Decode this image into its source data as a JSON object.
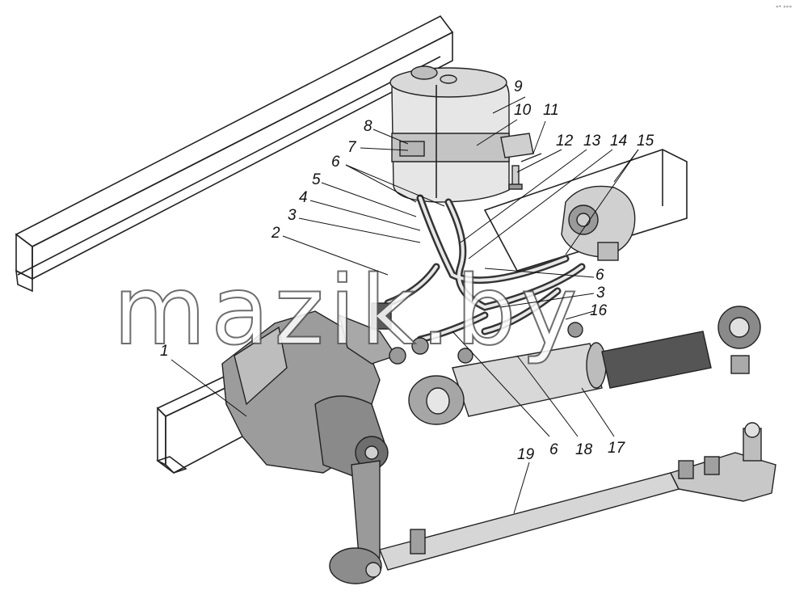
{
  "watermark": "mazik.by",
  "corner_mark": "«• »»»",
  "callouts": [
    {
      "id": "c1",
      "label": "1"
    },
    {
      "id": "c2",
      "label": "2"
    },
    {
      "id": "c3a",
      "label": "3"
    },
    {
      "id": "c3b",
      "label": "3"
    },
    {
      "id": "c4",
      "label": "4"
    },
    {
      "id": "c5",
      "label": "5"
    },
    {
      "id": "c6a",
      "label": "6"
    },
    {
      "id": "c6b",
      "label": "6"
    },
    {
      "id": "c6c",
      "label": "6"
    },
    {
      "id": "c7",
      "label": "7"
    },
    {
      "id": "c8",
      "label": "8"
    },
    {
      "id": "c9",
      "label": "9"
    },
    {
      "id": "c10",
      "label": "10"
    },
    {
      "id": "c11",
      "label": "11"
    },
    {
      "id": "c12",
      "label": "12"
    },
    {
      "id": "c13",
      "label": "13"
    },
    {
      "id": "c14",
      "label": "14"
    },
    {
      "id": "c15",
      "label": "15"
    },
    {
      "id": "c16",
      "label": "16"
    },
    {
      "id": "c17",
      "label": "17"
    },
    {
      "id": "c18",
      "label": "18"
    },
    {
      "id": "c19",
      "label": "19"
    }
  ]
}
